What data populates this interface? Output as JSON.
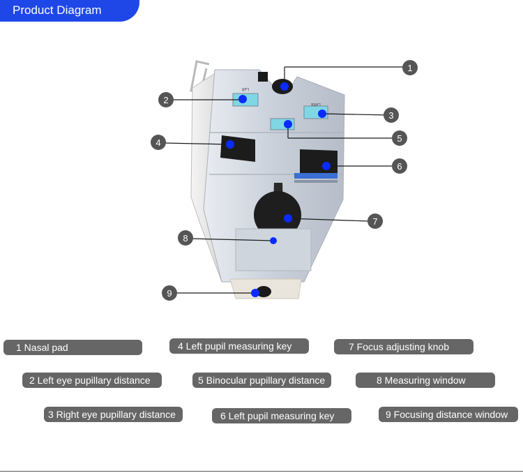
{
  "header": {
    "title": "Product Diagram"
  },
  "colors": {
    "accent_blue": "#1f47e8",
    "callout_grey": "#555555",
    "pill_grey": "#666666",
    "marker_blue": "#0a2bff"
  },
  "device_markings": {
    "left_window": "Left",
    "right_window": "Lefta"
  },
  "callouts": [
    {
      "number": "1"
    },
    {
      "number": "2"
    },
    {
      "number": "3"
    },
    {
      "number": "4"
    },
    {
      "number": "5"
    },
    {
      "number": "6"
    },
    {
      "number": "7"
    },
    {
      "number": "8"
    },
    {
      "number": "9"
    }
  ],
  "legend": [
    {
      "label": "1  Nasal pad"
    },
    {
      "label": "4  Left pupil measuring key"
    },
    {
      "label": "7  Focus adjusting knob"
    },
    {
      "label": "2  Left eye pupillary distance"
    },
    {
      "label": "5 Binocular pupillary distance"
    },
    {
      "label": "8   Measuring window"
    },
    {
      "label": "3  Right eye pupillary distance"
    },
    {
      "label": "6  Left pupil measuring key"
    },
    {
      "label": "9  Focusing distance window"
    }
  ]
}
